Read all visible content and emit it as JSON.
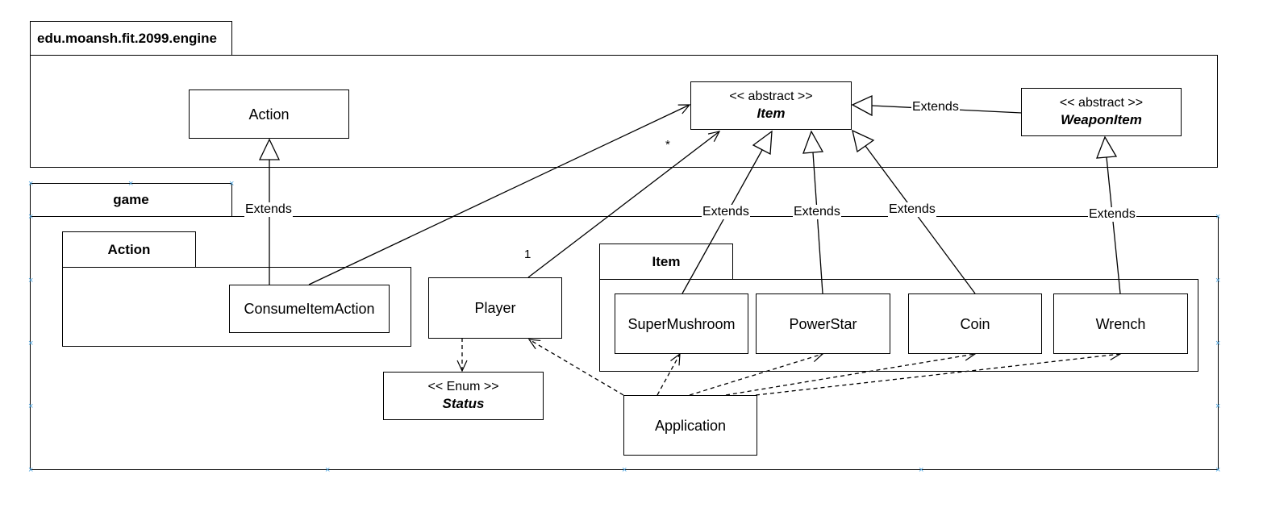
{
  "packages": {
    "engine": "edu.moansh.fit.2099.engine",
    "game": "game",
    "game_action": "Action",
    "game_item": "Item"
  },
  "classes": {
    "engine_action": {
      "name": "Action"
    },
    "item": {
      "stereotype": "<< abstract >>",
      "name": "Item"
    },
    "weapon_item": {
      "stereotype": "<< abstract >>",
      "name": "WeaponItem"
    },
    "consume_item_action": {
      "name": "ConsumeItemAction"
    },
    "player": {
      "name": "Player"
    },
    "status": {
      "stereotype": "<< Enum >>",
      "name": "Status"
    },
    "super_mushroom": {
      "name": "SuperMushroom"
    },
    "power_star": {
      "name": "PowerStar"
    },
    "coin": {
      "name": "Coin"
    },
    "wrench": {
      "name": "Wrench"
    },
    "application": {
      "name": "Application"
    }
  },
  "relations": {
    "extends_label": "Extends",
    "multiplicity_many": "*",
    "multiplicity_one": "1"
  },
  "colors": {
    "line": "#000000",
    "handle": "#4aa3df"
  }
}
